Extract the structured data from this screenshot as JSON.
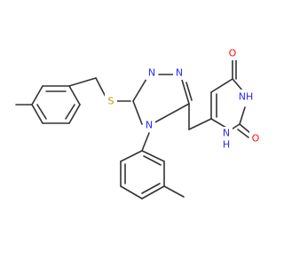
{
  "colors": {
    "bond": "#333333",
    "N": "#2a2aff",
    "O": "#ff0d0d",
    "S": "#b8a000",
    "background": "#ffffff"
  },
  "atoms": {
    "S1": "S",
    "N1": "N",
    "N2": "N",
    "N3": "N",
    "O1": "O",
    "O2": "O",
    "NH1": "NH",
    "NH2": "H"
  }
}
